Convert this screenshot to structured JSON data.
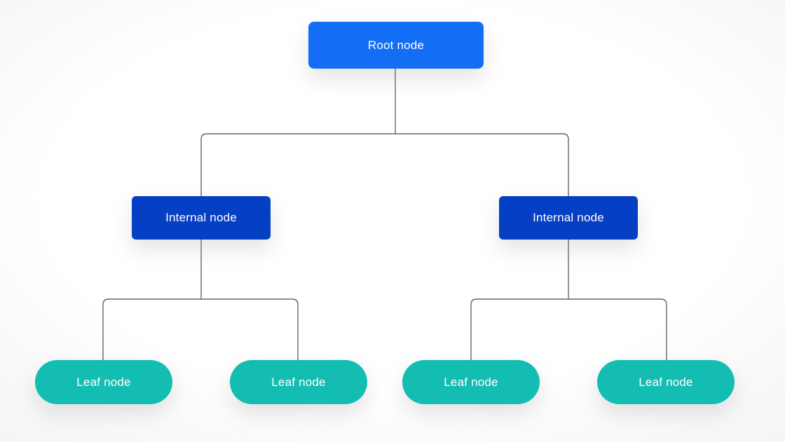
{
  "diagram": {
    "title": "binary-tree-structure",
    "root": {
      "label": "Root node"
    },
    "internal_nodes": [
      {
        "label": "Internal node"
      },
      {
        "label": "Internal node"
      }
    ],
    "leaf_nodes": [
      {
        "label": "Leaf node"
      },
      {
        "label": "Leaf node"
      },
      {
        "label": "Leaf node"
      },
      {
        "label": "Leaf node"
      }
    ],
    "colors": {
      "root-color": "#146EF5",
      "internal-color": "#0540C4",
      "leaf-color": "#14BDB2",
      "connector-color": "#666666",
      "text-color": "#FFFFFF"
    }
  }
}
